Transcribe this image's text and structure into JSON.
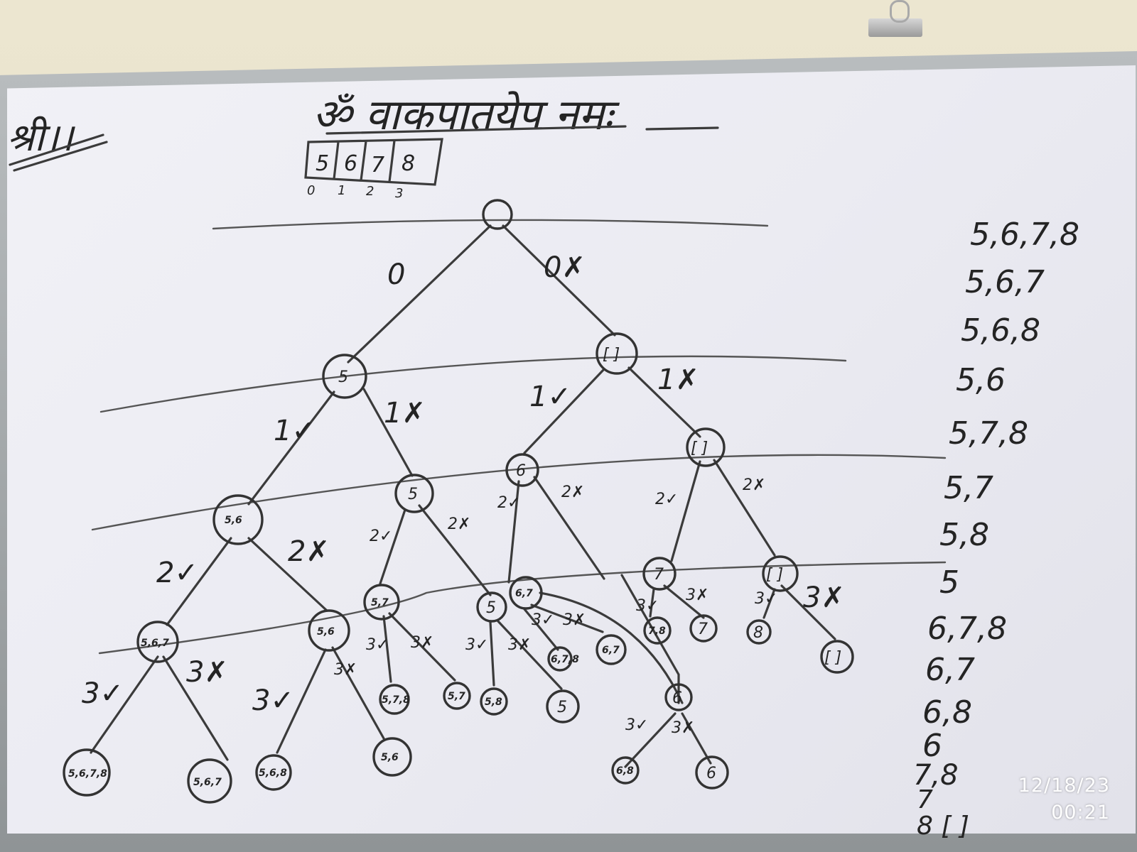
{
  "board": {
    "corner_text": "श्री।।",
    "heading": "ॐ वाकपातयेप नमः",
    "array_cells": [
      "5",
      "6",
      "7",
      "8"
    ],
    "array_indices": [
      "0",
      "1",
      "2",
      "3"
    ]
  },
  "tree": {
    "root": "",
    "level1_left_edge": "0",
    "level1_right_edge": "0✗",
    "n_5": "5",
    "n_empty1": "[ ]",
    "e_5_1check": "1✓",
    "e_5_1cross": "1✗",
    "e_e1_1check": "1✓",
    "e_e1_1cross": "1✗",
    "n_56": "5,6",
    "n_5b": "5",
    "n_6": "6",
    "n_empty2": "[ ]",
    "e_56_2check": "2✓",
    "e_56_2cross": "2✗",
    "e_5b_2check": "2✓",
    "e_5b_2cross": "2✗",
    "e_6_2check": "2✓",
    "e_6_2cross": "2✗",
    "e_e2_2check": "2✓",
    "e_e2_2cross": "2✗",
    "n_567": "5,6,7",
    "n_56b": "5,6",
    "n_57": "5,7",
    "n_5c": "5",
    "n_67": "6,7",
    "n_6b": "6",
    "n_7": "7",
    "n_empty3": "[ ]",
    "e_3check": "3✓",
    "e_3cross": "3✗",
    "leaf_5678": "5,6,7,8",
    "leaf_567": "5,6,7",
    "leaf_568": "5,6,8",
    "leaf_56": "5,6",
    "leaf_578": "5,7,8",
    "leaf_57": "5,7",
    "leaf_58": "5,8",
    "leaf_5": "5",
    "leaf_678": "6,7,8",
    "leaf_67": "6,7",
    "leaf_68": "6,8",
    "leaf_6": "6",
    "leaf_78": "7,8",
    "leaf_7": "7",
    "leaf_8": "8",
    "leaf_empty": "[ ]"
  },
  "subsets": [
    "5,6,7,8",
    "5,6,7",
    "5,6,8",
    "5,6",
    "5,7,8",
    "5,7",
    "5,8",
    "5",
    "6,7,8",
    "6,7",
    "6,8",
    "6",
    "7,8",
    "7",
    "8 [ ]"
  ],
  "timestamp": {
    "date": "12/18/23",
    "time": "00:21"
  }
}
